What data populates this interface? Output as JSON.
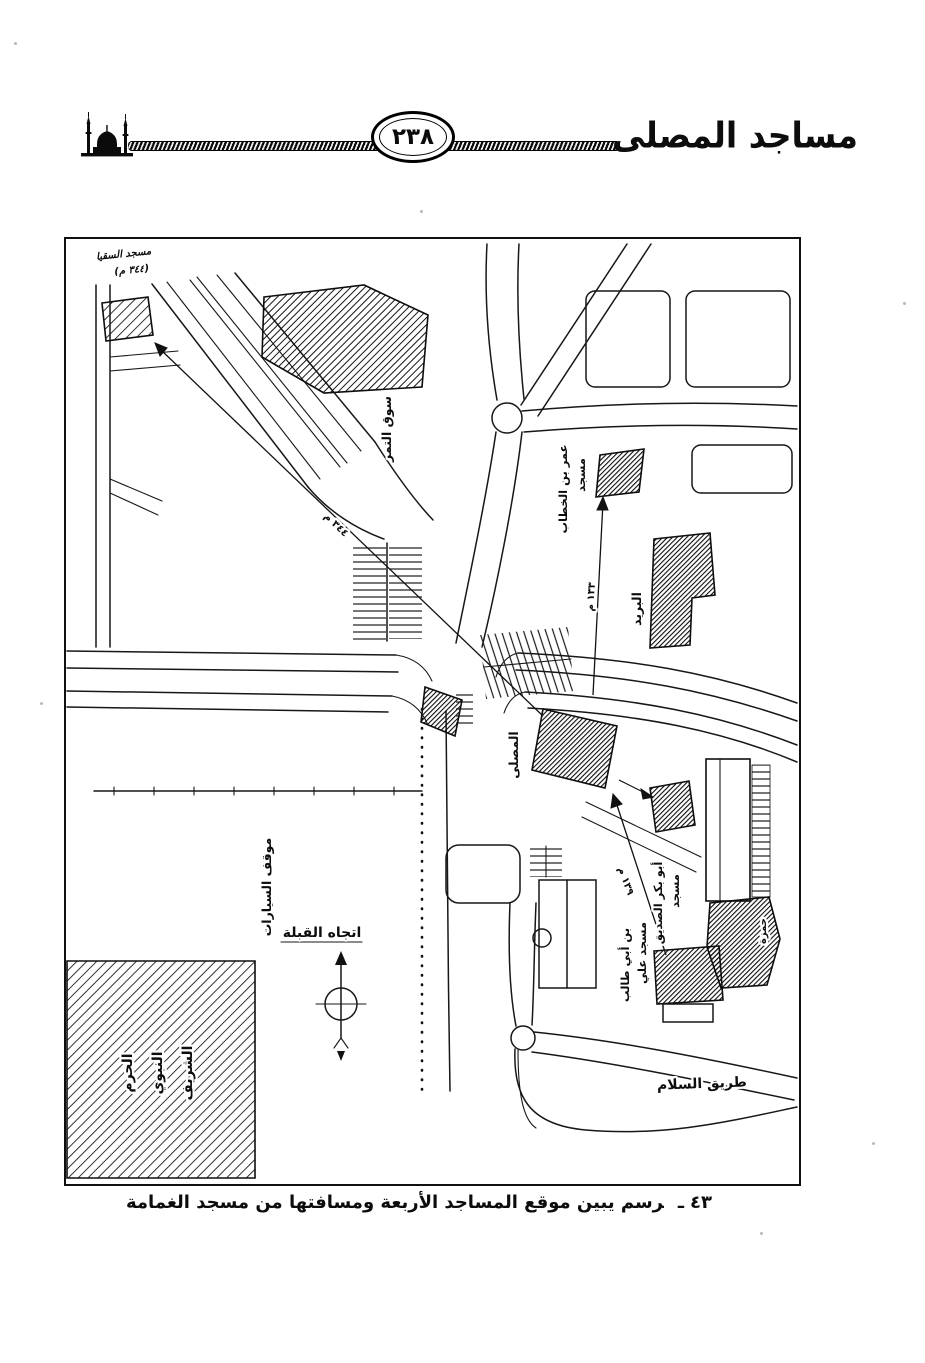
{
  "header": {
    "title": "مساجد المصلى",
    "page_number": "٢٣٨"
  },
  "figure": {
    "caption_number": "٤٣",
    "caption_separator": "ـ",
    "caption_text": "رسم يبين موقع المساجد الأربعة  ومسافتها من مسجد الغمامة"
  },
  "map": {
    "note_line1": "مسجد السقيا",
    "note_line2": "(٣٤٤ م)",
    "labels": {
      "suq_tamr": "سوق التمر",
      "umar_word1": "مسجد",
      "umar_word2": "عمر بن الخطاب",
      "barid": "البريد",
      "dist_umar": "١٣٣ م",
      "dist_nw": "٣٤٤ م",
      "dist_ali": "١٣٩ م",
      "musalla": "المصلى",
      "abubakr_word1": "مسجد",
      "abubakr_word2": "أبو بكر الصديق",
      "ali_word1": "مسجد علي",
      "ali_word2": "بن أبي طالب",
      "parking": "موقف السيارات",
      "qibla": "اتجاه القبلة",
      "haram_word1": "الحرم",
      "haram_word2": "النبوي",
      "haram_word3": "الشريف",
      "salam": "طريق السلام",
      "hamza": "حمزة"
    }
  }
}
